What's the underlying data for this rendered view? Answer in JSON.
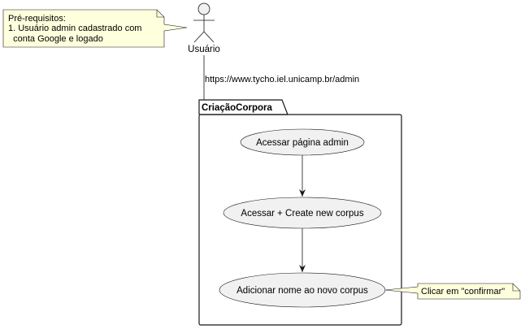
{
  "actor": {
    "name": "Usuário"
  },
  "prereq_note": {
    "lines": [
      "Pré-requisitos:",
      "1. Usuário admin cadastrado com",
      "  conta Google e logado"
    ]
  },
  "link_label": "https://www.tycho.iel.unicamp.br/admin",
  "package": {
    "title": "CriaçãoCorpora"
  },
  "use_cases": [
    "Acessar página admin",
    "Acessar + Create new corpus",
    "Adicionar nome ao novo corpus"
  ],
  "confirm_note": {
    "text": "Clicar em \"confirmar\""
  },
  "colors": {
    "note_fill": "#FEFFDD",
    "usecase_fill": "#F1F1F1",
    "line": "#181818"
  }
}
